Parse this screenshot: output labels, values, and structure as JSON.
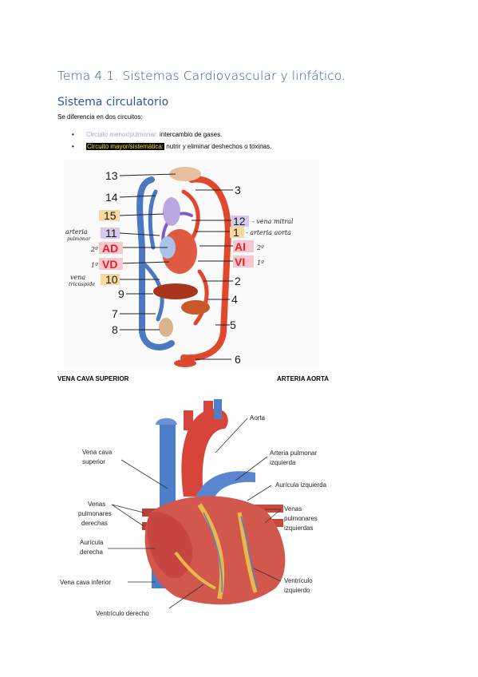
{
  "title": "Tema 4.1. Sistemas Cardiovascular y linfático.",
  "section": "Sistema circulatorio",
  "intro": "Se diferencia en dos circuitos:",
  "bullets": [
    {
      "term": "Circuito menor/pulmonar:",
      "text": " intercambio de gases."
    },
    {
      "term": "Circuito mayor/sistemática:",
      "text": " nutrir y eliminar deshechos o toxinas."
    }
  ],
  "diagram1": {
    "numbers": [
      "13",
      "14",
      "15",
      "11",
      "AD",
      "VD",
      "10",
      "9",
      "7",
      "8",
      "3",
      "12",
      "1",
      "AI",
      "VI",
      "2",
      "4",
      "5",
      "6"
    ],
    "handwritten": {
      "arteria_pulmonar": [
        "arteria",
        "pulmonar"
      ],
      "vena_tricuspide": [
        "vena",
        "tricúspide"
      ],
      "vena_mitral": "- vena mitral",
      "arteria_aorta": "- arteria aorta",
      "ordinal_1": "1º",
      "ordinal_2": "2º"
    }
  },
  "captions": {
    "left": "VENA CAVA SUPERIOR",
    "right": "ARTERIA AORTA"
  },
  "diagram2": {
    "labels": {
      "aorta": "Aorta",
      "vena_cava_superior": [
        "Vena cava",
        "superior"
      ],
      "arteria_pulmonar_izq": [
        "Arteria pulmonar",
        "izquierda"
      ],
      "auricula_izq": "Aurícula izquierda",
      "venas_pulm_der": [
        "Venas",
        "pulmonares",
        "derechas"
      ],
      "venas_pulm_izq": [
        "Venas",
        "pulmonares",
        "izquierdas"
      ],
      "auricula_der": [
        "Aurícula",
        "derecha"
      ],
      "vena_cava_inferior": "Vena cava inferior",
      "ventriculo_izq": [
        "Ventrículo",
        "izquierdo"
      ],
      "ventriculo_der": "Ventrículo derecho"
    }
  },
  "colors": {
    "heading": "#2f5597",
    "artery": "#e0472c",
    "vein": "#4a78c2",
    "highlight_term": "#ffe600"
  }
}
